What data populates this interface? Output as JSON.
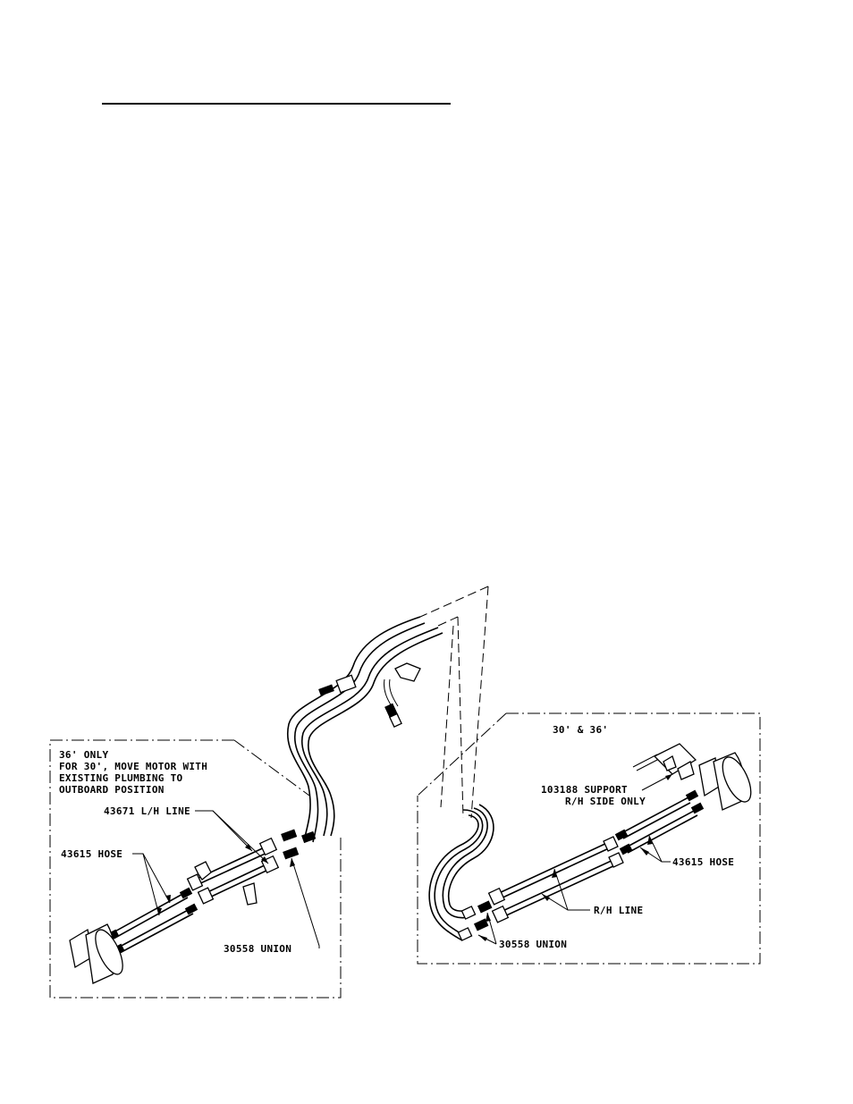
{
  "header": {
    "title": ""
  },
  "diagram": {
    "left_panel": {
      "note": [
        "36' ONLY",
        "FOR 30', MOVE MOTOR WITH",
        "EXISTING PLUMBING TO",
        "OUTBOARD POSITION"
      ],
      "callouts": {
        "lh_line": "43671 L/H LINE",
        "hose": "43615 HOSE",
        "union": "30558 UNION"
      }
    },
    "right_panel": {
      "heading": "30' & 36'",
      "callouts": {
        "support_1": "103188 SUPPORT",
        "support_2": "R/H SIDE ONLY",
        "hose": "43615 HOSE",
        "rh_line": "R/H LINE",
        "union": "30558 UNION"
      }
    }
  }
}
